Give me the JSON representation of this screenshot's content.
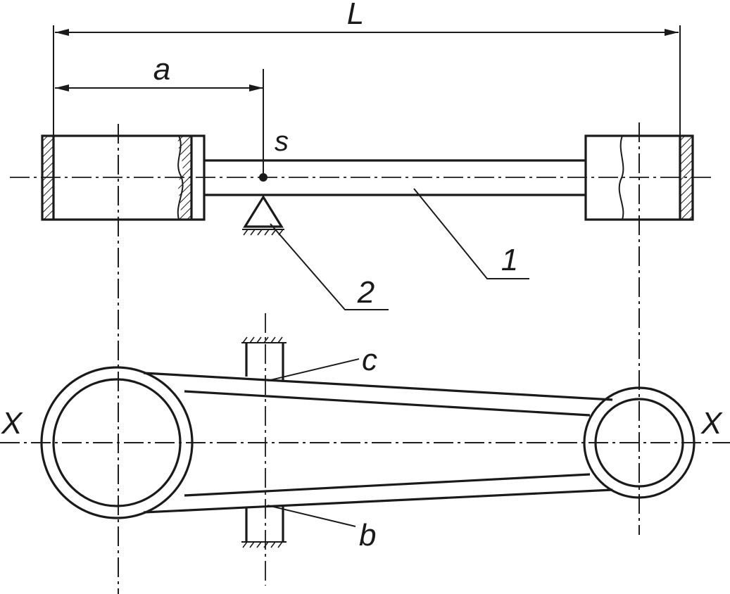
{
  "labels": {
    "length_total": "L",
    "length_a": "a",
    "center_of_mass": "s",
    "part_1": "1",
    "part_2": "2",
    "point_c": "c",
    "point_b": "b",
    "axis_left": "X",
    "axis_right": "X"
  },
  "colors": {
    "ink": "#1a1a1a",
    "background": "#ffffff"
  }
}
